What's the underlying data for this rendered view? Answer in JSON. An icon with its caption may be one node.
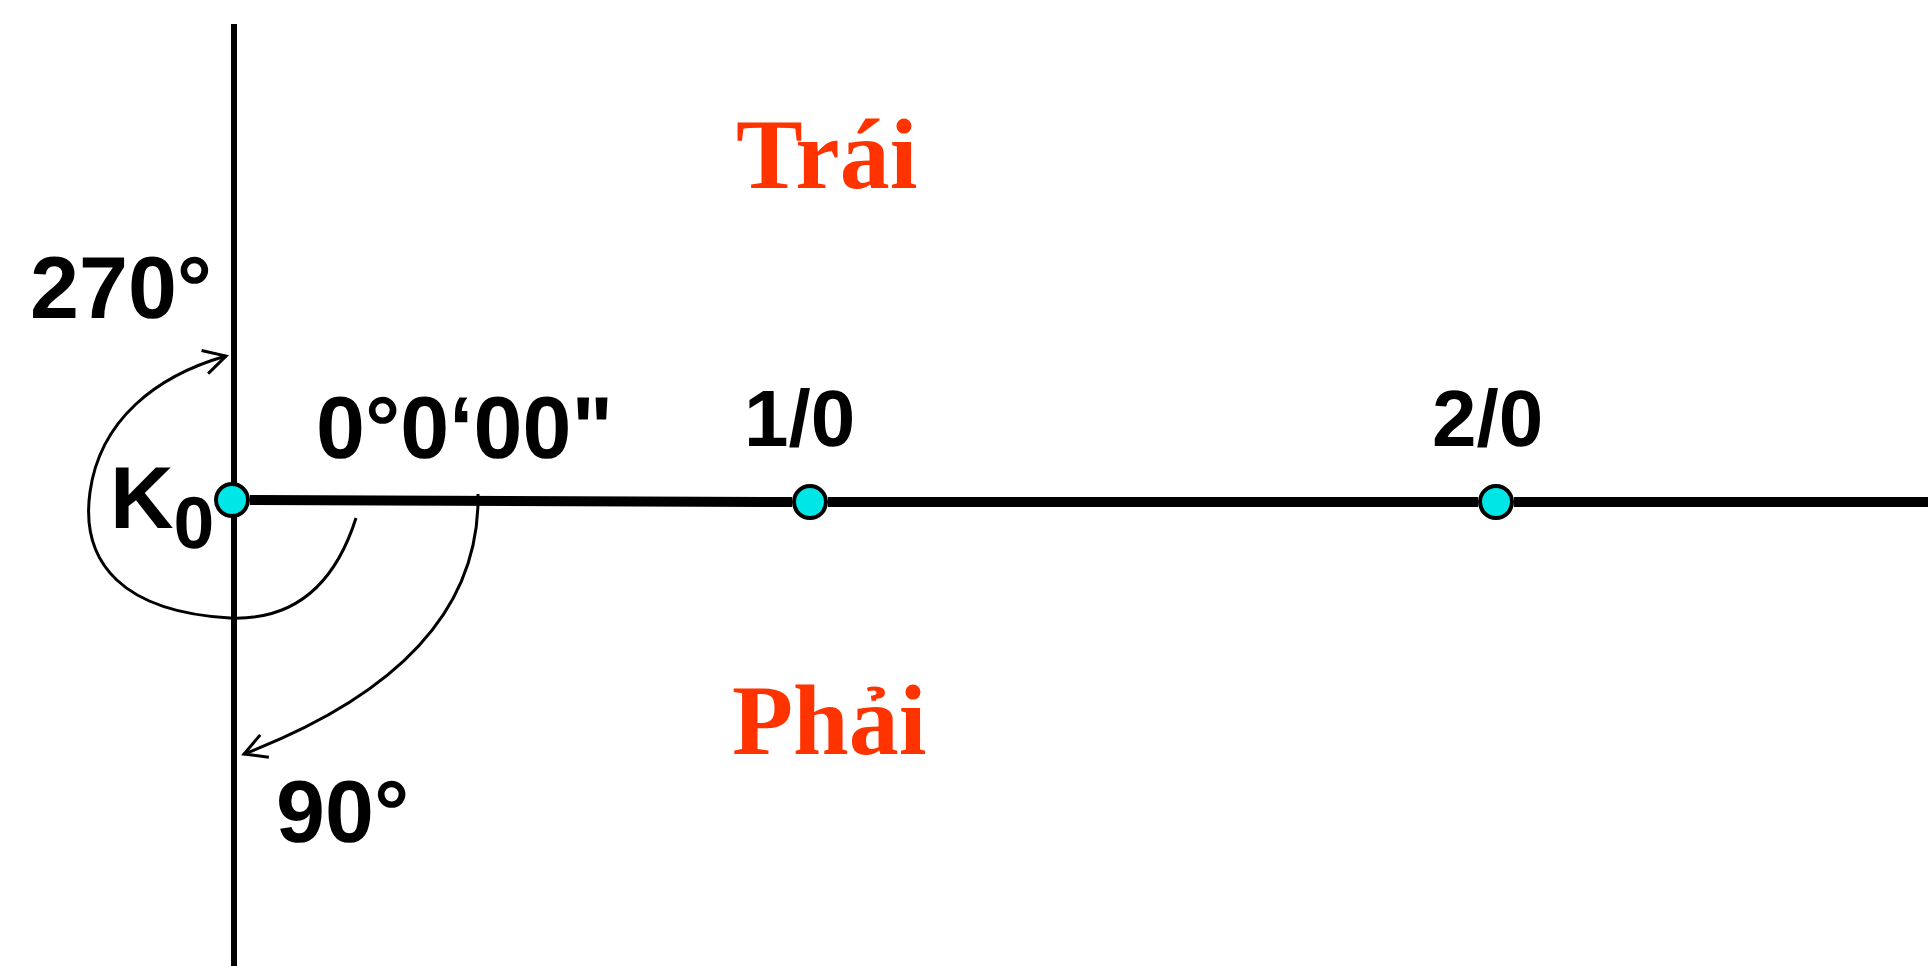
{
  "diagram": {
    "nodes": [
      {
        "text": [],
        "shape": "circle",
        "beside": [
          "K$_{0}$"
        ]
      },
      {
        "text": [],
        "shape": "circle",
        "beside": [
          "1/0"
        ]
      },
      {
        "text": [],
        "shape": "circle",
        "beside": [
          "2/0"
        ]
      }
    ],
    "edges": [
      {
        "from": 0,
        "to": 1,
        "arrow": "none"
      },
      {
        "from": 1,
        "to": 2,
        "arrow": "none"
      },
      {
        "from": 2,
        "to": null,
        "arrow": "none"
      }
    ],
    "labels": [
      "Trái",
      "270°",
      "0°0‘00\"",
      "Phải",
      "90°"
    ]
  }
}
